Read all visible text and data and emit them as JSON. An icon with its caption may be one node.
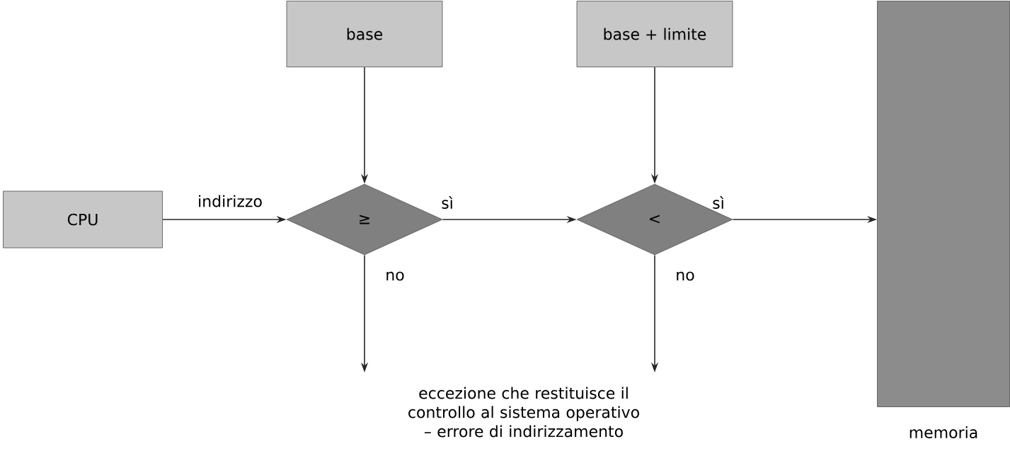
{
  "diagram": {
    "nodes": [
      {
        "text": [
          "CPU"
        ]
      },
      {
        "text": [
          "base"
        ]
      },
      {
        "text": [
          "base + limite"
        ]
      },
      {
        "text": [
          "≥"
        ]
      },
      {
        "text": [
          "<"
        ]
      },
      {
        "text": [],
        "shape": "box",
        "beside": [
          "memoria"
        ]
      },
      {
        "text": [
          "eccezione che restituisce il controllo al sistema operativo – errore di indirizzamento"
        ]
      }
    ],
    "edges": [
      {
        "from": 0,
        "to": 3,
        "arrow": "to",
        "label": "indirizzo"
      },
      {
        "from": 1,
        "to": 3,
        "arrow": "to"
      },
      {
        "from": 3,
        "to": 4,
        "arrow": "to",
        "label": "sì"
      },
      {
        "from": 2,
        "to": 4,
        "arrow": "to"
      },
      {
        "from": 4,
        "to": 5,
        "arrow": "to",
        "label": "sì"
      },
      {
        "from": 3,
        "to": 6,
        "arrow": "to",
        "label": "no"
      },
      {
        "from": 4,
        "to": 6,
        "arrow": "to",
        "label": "no"
      }
    ]
  }
}
